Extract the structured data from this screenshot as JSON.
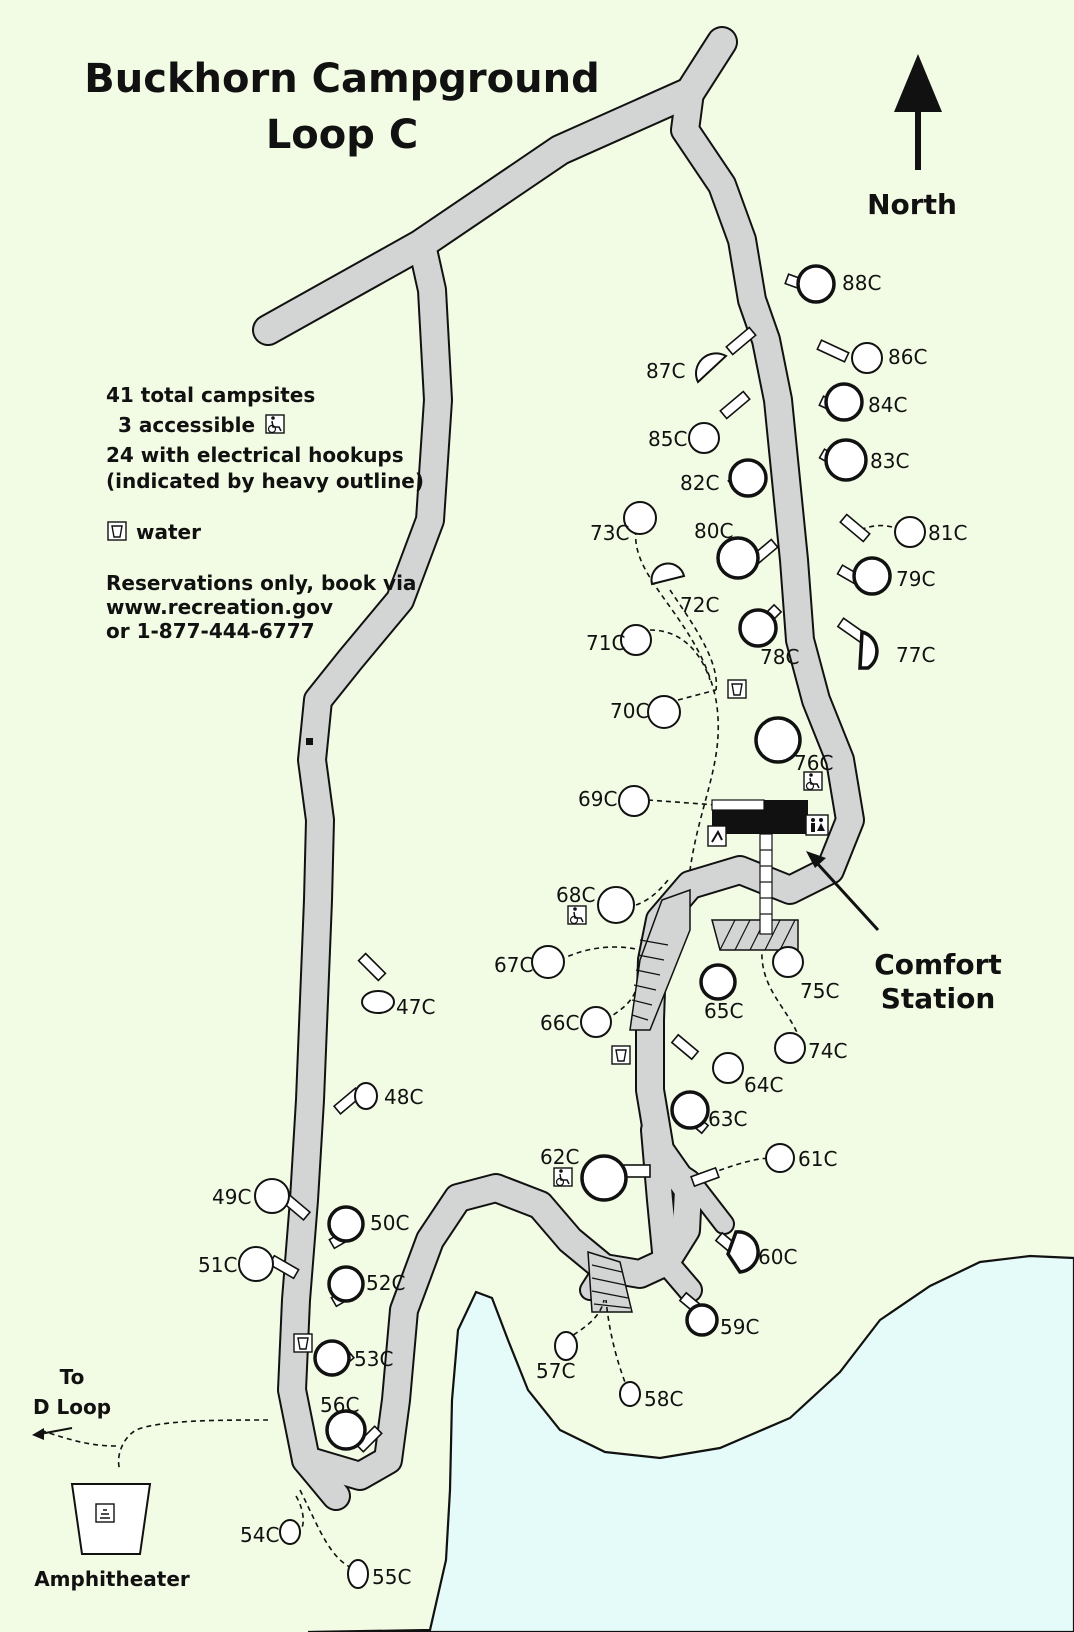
{
  "title": {
    "line1": "Buckhorn Campground",
    "line2": "Loop C"
  },
  "north_label": "North",
  "legend": {
    "total": "41 total campsites",
    "accessible": "3 accessible",
    "electrical": "24 with electrical hookups",
    "electrical_note": "(indicated by heavy outline)",
    "water": "water",
    "reservations": [
      "Reservations only, book via",
      "www.recreation.gov",
      "or 1-877-444-6777"
    ]
  },
  "places": {
    "comfort_station": [
      "Comfort",
      "Station"
    ],
    "amphitheater": "Amphitheater",
    "to_d_loop": [
      "To",
      "D Loop"
    ]
  },
  "campsites": [
    {
      "id": "88C",
      "electric": true
    },
    {
      "id": "86C",
      "electric": false
    },
    {
      "id": "87C",
      "electric": false
    },
    {
      "id": "84C",
      "electric": true
    },
    {
      "id": "85C",
      "electric": false
    },
    {
      "id": "83C",
      "electric": true
    },
    {
      "id": "82C",
      "electric": true
    },
    {
      "id": "81C",
      "electric": false
    },
    {
      "id": "80C",
      "electric": true
    },
    {
      "id": "73C",
      "electric": false
    },
    {
      "id": "72C",
      "electric": false
    },
    {
      "id": "79C",
      "electric": true
    },
    {
      "id": "71C",
      "electric": false
    },
    {
      "id": "78C",
      "electric": true
    },
    {
      "id": "77C",
      "electric": true
    },
    {
      "id": "70C",
      "electric": false
    },
    {
      "id": "76C",
      "electric": true,
      "accessible": true
    },
    {
      "id": "69C",
      "electric": false
    },
    {
      "id": "68C",
      "electric": false,
      "accessible": true
    },
    {
      "id": "67C",
      "electric": false
    },
    {
      "id": "75C",
      "electric": false
    },
    {
      "id": "65C",
      "electric": true
    },
    {
      "id": "66C",
      "electric": false
    },
    {
      "id": "74C",
      "electric": false
    },
    {
      "id": "47C",
      "electric": false
    },
    {
      "id": "64C",
      "electric": false
    },
    {
      "id": "48C",
      "electric": false
    },
    {
      "id": "63C",
      "electric": true
    },
    {
      "id": "62C",
      "electric": true,
      "accessible": true
    },
    {
      "id": "61C",
      "electric": false
    },
    {
      "id": "49C",
      "electric": false
    },
    {
      "id": "50C",
      "electric": true
    },
    {
      "id": "51C",
      "electric": false
    },
    {
      "id": "60C",
      "electric": true
    },
    {
      "id": "52C",
      "electric": true
    },
    {
      "id": "59C",
      "electric": true
    },
    {
      "id": "53C",
      "electric": true
    },
    {
      "id": "57C",
      "electric": false
    },
    {
      "id": "58C",
      "electric": false
    },
    {
      "id": "56C",
      "electric": true
    },
    {
      "id": "54C",
      "electric": false
    },
    {
      "id": "55C",
      "electric": false
    }
  ],
  "colors": {
    "background": "#f2fbe4",
    "water": "#e4fbf9",
    "road": "#d2d5d3",
    "outline": "#111111"
  },
  "icons": [
    "north-arrow-icon",
    "accessible-icon",
    "water-icon",
    "restroom-icon",
    "dump-station-icon",
    "amphitheater-icon"
  ]
}
